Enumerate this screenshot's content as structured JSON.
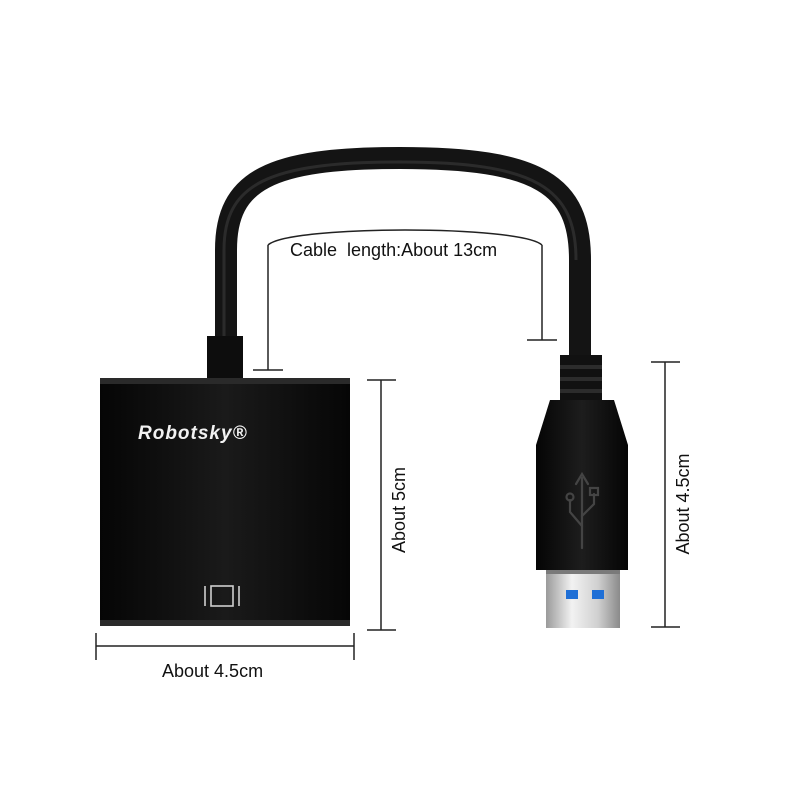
{
  "labels": {
    "cable_length": "Cable  length:About 13cm",
    "adapter_height": "About 5cm",
    "adapter_width": "About 4.5cm",
    "usb_height": "About 4.5cm"
  },
  "product": {
    "brand": "Robotsky®",
    "port_icon": "vga-port-icon",
    "usb_logo_icon": "usb-trident-icon"
  },
  "colors": {
    "body": "#0e0e0e",
    "cable": "#141414",
    "usb_plug_metal": "#d8d8d8",
    "usb3_blue": "#1f6fd6",
    "lines": "#222222"
  }
}
